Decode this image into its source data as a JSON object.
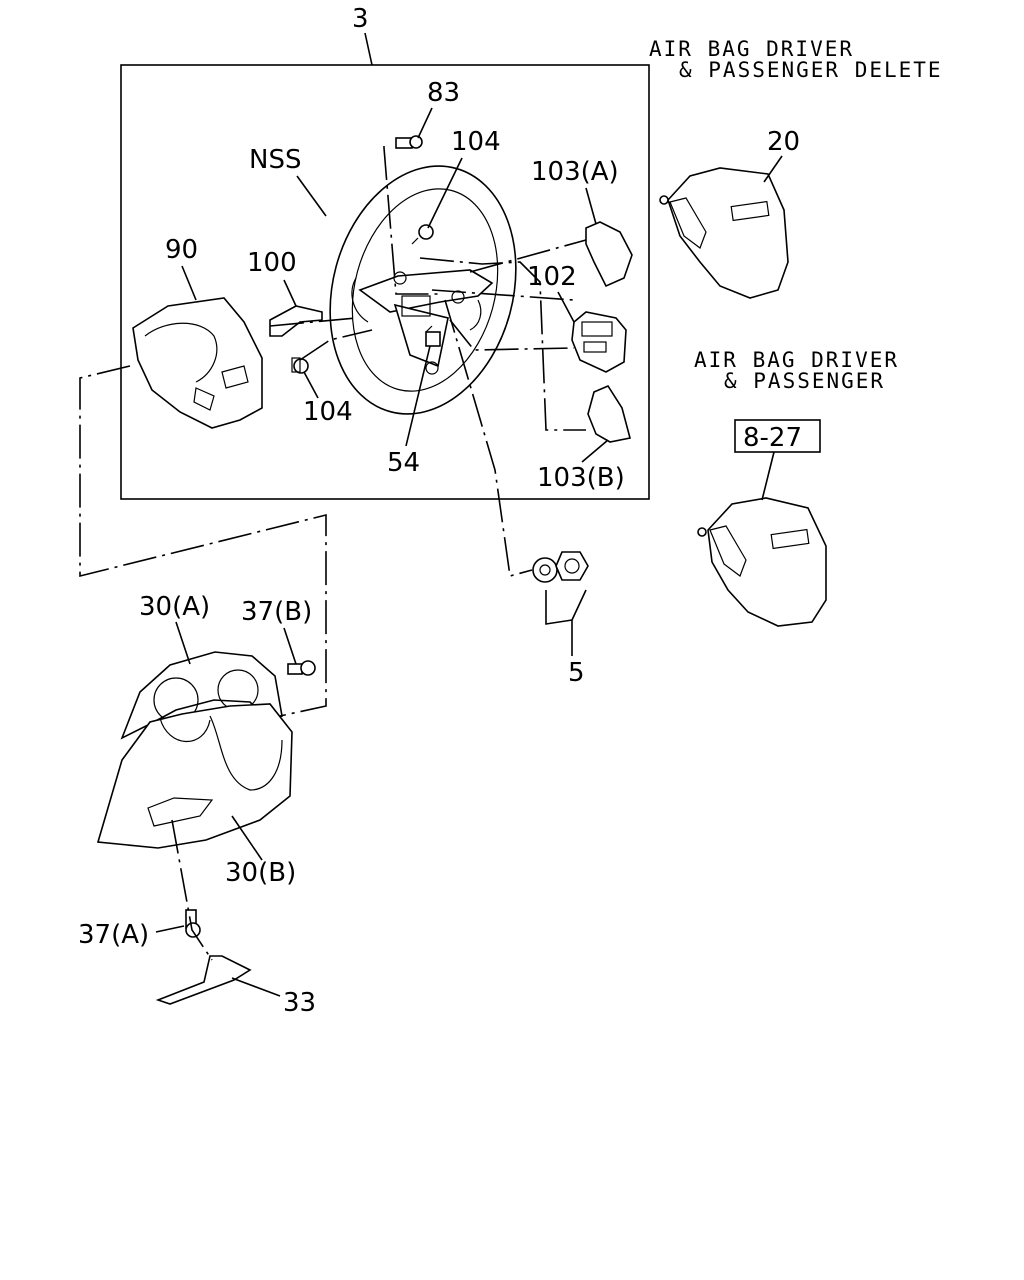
{
  "callouts": {
    "assembly": "3",
    "screw_83": "83",
    "nss": "NSS",
    "screw_104_top": "104",
    "cover_103a": "103(A)",
    "pad_20": "20",
    "column_cover_90": "90",
    "bracket_100": "100",
    "switch_102": "102",
    "screw_104_bottom": "104",
    "connector_54": "54",
    "cover_103b": "103(B)",
    "ref_box": "8-27",
    "cover_30a": "30(A)",
    "screw_37b": "37(B)",
    "nut_washer_5": "5",
    "cover_30b": "30(B)",
    "screw_37a": "37(A)",
    "plate_33": "33"
  },
  "notes": {
    "delete_line1": "AIR BAG DRIVER",
    "delete_line2": "& PASSENGER DELETE",
    "airbag_line1": "AIR BAG DRIVER",
    "airbag_line2": "& PASSENGER"
  }
}
